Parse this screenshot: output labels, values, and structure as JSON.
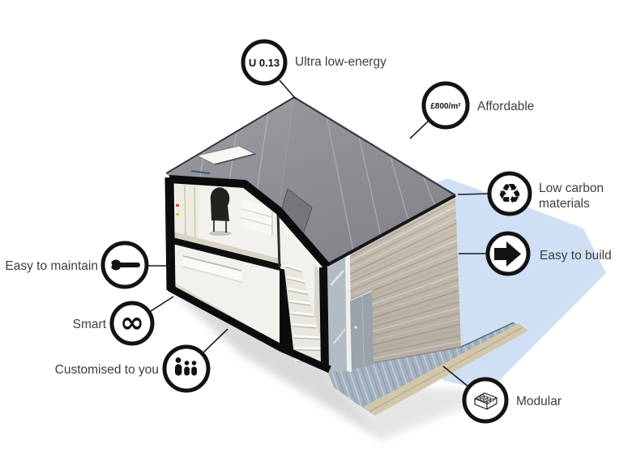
{
  "diagram": {
    "type": "isometric-house-cutaway-infographic",
    "background_color": "#ffffff",
    "backdrop_color": "#cfe0f4",
    "text_color": "#3e3e3e",
    "line_color": "#1c1c1c",
    "callouts": [
      {
        "id": "ultra-low-energy",
        "icon": "u-value-badge",
        "badge": "U 0.13",
        "label": "Ultra low-energy"
      },
      {
        "id": "affordable",
        "icon": "price-badge",
        "badge": "£800/m²",
        "label": "Affordable"
      },
      {
        "id": "low-carbon-materials",
        "icon": "recycle-icon",
        "glyph": "♻",
        "label": "Low carbon materials",
        "lines": [
          "Low carbon",
          "materials"
        ]
      },
      {
        "id": "easy-to-build",
        "icon": "arrow-right-icon",
        "label": "Easy to build"
      },
      {
        "id": "easy-to-maintain",
        "icon": "wrench-icon",
        "label": "Easy to maintain"
      },
      {
        "id": "smart",
        "icon": "infinity-icon",
        "glyph": "∞",
        "label": "Smart"
      },
      {
        "id": "customised-to-you",
        "icon": "family-icon",
        "label": "Customised to you"
      },
      {
        "id": "modular",
        "icon": "lego-brick-icon",
        "label": "Modular"
      }
    ],
    "house_parts": [
      "roof",
      "skylight",
      "roof-window",
      "timber-wall",
      "glass-panel",
      "door",
      "deck",
      "cutaway-section",
      "upper-room",
      "lower-room",
      "staircase",
      "armchair",
      "shelf"
    ]
  }
}
